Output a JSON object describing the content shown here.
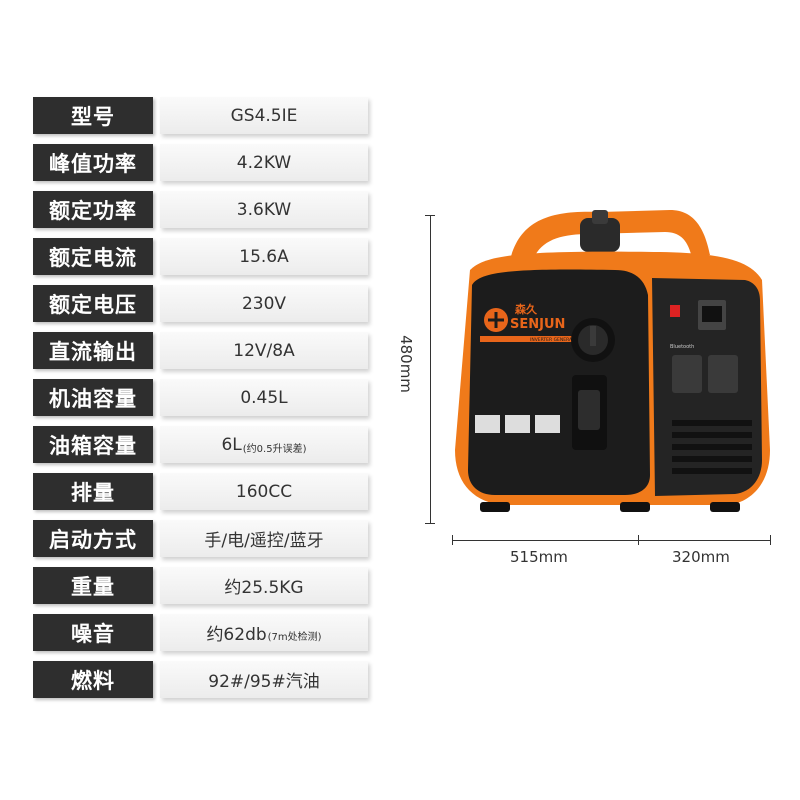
{
  "specs": [
    {
      "label": "型号",
      "value": "GS4.5IE",
      "note": ""
    },
    {
      "label": "峰值功率",
      "value": "4.2KW",
      "note": ""
    },
    {
      "label": "额定功率",
      "value": "3.6KW",
      "note": ""
    },
    {
      "label": "额定电流",
      "value": "15.6A",
      "note": ""
    },
    {
      "label": "额定电压",
      "value": "230V",
      "note": ""
    },
    {
      "label": "直流输出",
      "value": "12V/8A",
      "note": ""
    },
    {
      "label": "机油容量",
      "value": "0.45L",
      "note": ""
    },
    {
      "label": "油箱容量",
      "value": "6L",
      "note": "(约0.5升误差)"
    },
    {
      "label": "排量",
      "value": "160CC",
      "note": ""
    },
    {
      "label": "启动方式",
      "value": "手/电/遥控/蓝牙",
      "note": ""
    },
    {
      "label": "重量",
      "value": "约25.5KG",
      "note": ""
    },
    {
      "label": "噪音",
      "value": "约62db",
      "note": "(7m处检测)"
    },
    {
      "label": "燃料",
      "value": "92#/95#汽油",
      "note": ""
    }
  ],
  "dimensions": {
    "height": "480mm",
    "length": "515mm",
    "width": "320mm"
  },
  "product": {
    "brand_cn": "森久",
    "brand_en": "SENJUN",
    "subtitle": "INVERTER GENERATOR",
    "panel_label": "Bluetooth"
  },
  "colors": {
    "label_bg": "#2e2e2e",
    "value_bg": "#f0f0f0",
    "frame_orange": "#f07a1a",
    "body_black": "#1c1c1c"
  }
}
